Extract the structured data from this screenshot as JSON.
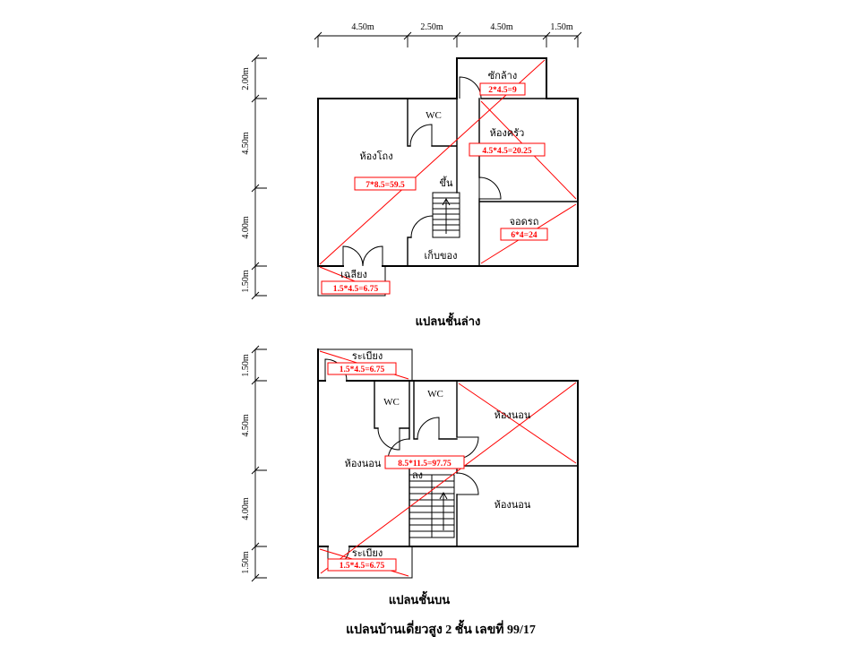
{
  "title": "แปลนบ้านเดี่ยวสูง 2 ชั้น เลขที่ 99/17",
  "colors": {
    "wall": "#000000",
    "accent_red": "#ff0000",
    "background": "#ffffff"
  },
  "ground_floor": {
    "caption": "แปลนชั้นล่าง",
    "dims_top": [
      "4.50m",
      "2.50m",
      "4.50m",
      "1.50m"
    ],
    "dims_left": [
      "2.00m",
      "4.50m",
      "4.00m",
      "1.50m"
    ],
    "labels": {
      "laundry": "ซักล้าง",
      "wc": "WC",
      "hall": "ห้องโถง",
      "kitchen": "ห้องครัว",
      "stairs_up": "ขึ้น",
      "carport": "จอดรถ",
      "storage": "เก็บของ",
      "porch": "เฉลียง"
    },
    "areas": {
      "laundry": "2*4.5=9",
      "hall": "7*8.5=59.5",
      "kitchen": "4.5*4.5=20.25",
      "carport": "6*4=24",
      "porch": "1.5*4.5=6.75"
    }
  },
  "upper_floor": {
    "caption": "แปลนชั้นบน",
    "dims_left": [
      "1.50m",
      "4.50m",
      "4.00m",
      "1.50m"
    ],
    "labels": {
      "balcony_top": "ระเบียง",
      "wc1": "WC",
      "wc2": "WC",
      "bedroom_top_right": "ห้องนอน",
      "bedroom_left": "ห้องนอน",
      "bedroom_bottom_right": "ห้องนอน",
      "stairs_down": "ลง",
      "balcony_bottom": "ระเบียง"
    },
    "areas": {
      "balcony_top": "1.5*4.5=6.75",
      "total": "8.5*11.5=97.75",
      "balcony_bottom": "1.5*4.5=6.75"
    }
  }
}
